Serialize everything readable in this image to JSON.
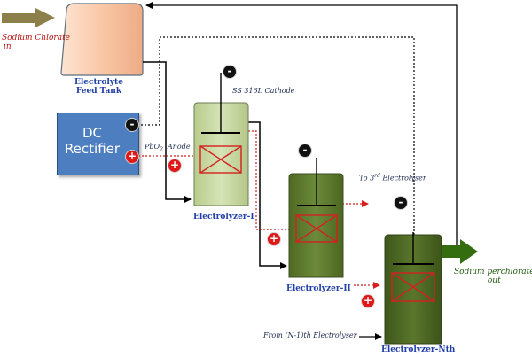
{
  "input": {
    "label": [
      "Sodium Chlorate",
      "in"
    ]
  },
  "feed_tank": {
    "label": [
      "Electrolyte",
      "Feed Tank"
    ]
  },
  "rectifier": {
    "label": [
      "DC",
      "Rectifier"
    ]
  },
  "cathode_label": "SS 316L Cathode",
  "anode_label": {
    "main": "PbO",
    "sub": "2",
    "rest": "Anode"
  },
  "to_third": {
    "main": "To 3",
    "sup": "rd",
    "rest": " Electrolyser"
  },
  "from_n1": "From (N-1)th  Electrolyser",
  "output": {
    "label": [
      "Sodium perchlorate",
      "out"
    ]
  },
  "electrolyzers": [
    {
      "label": "Electrolyzer-I"
    },
    {
      "label": "Electrolyzer-II"
    },
    {
      "label": "Electrolyzer-Nth"
    }
  ],
  "polarity": {
    "negative": "-",
    "positive": "+"
  },
  "colors": {
    "tank": "#f9c7a6",
    "rectifier": "#4d7fc0",
    "cell1": "#c4d59d",
    "cell2": "#5f7a2f",
    "cell3": "#4b6424",
    "electrode": "#d42020",
    "output_arrow": "#336d10",
    "input_arrow": "#8c7f4a"
  }
}
